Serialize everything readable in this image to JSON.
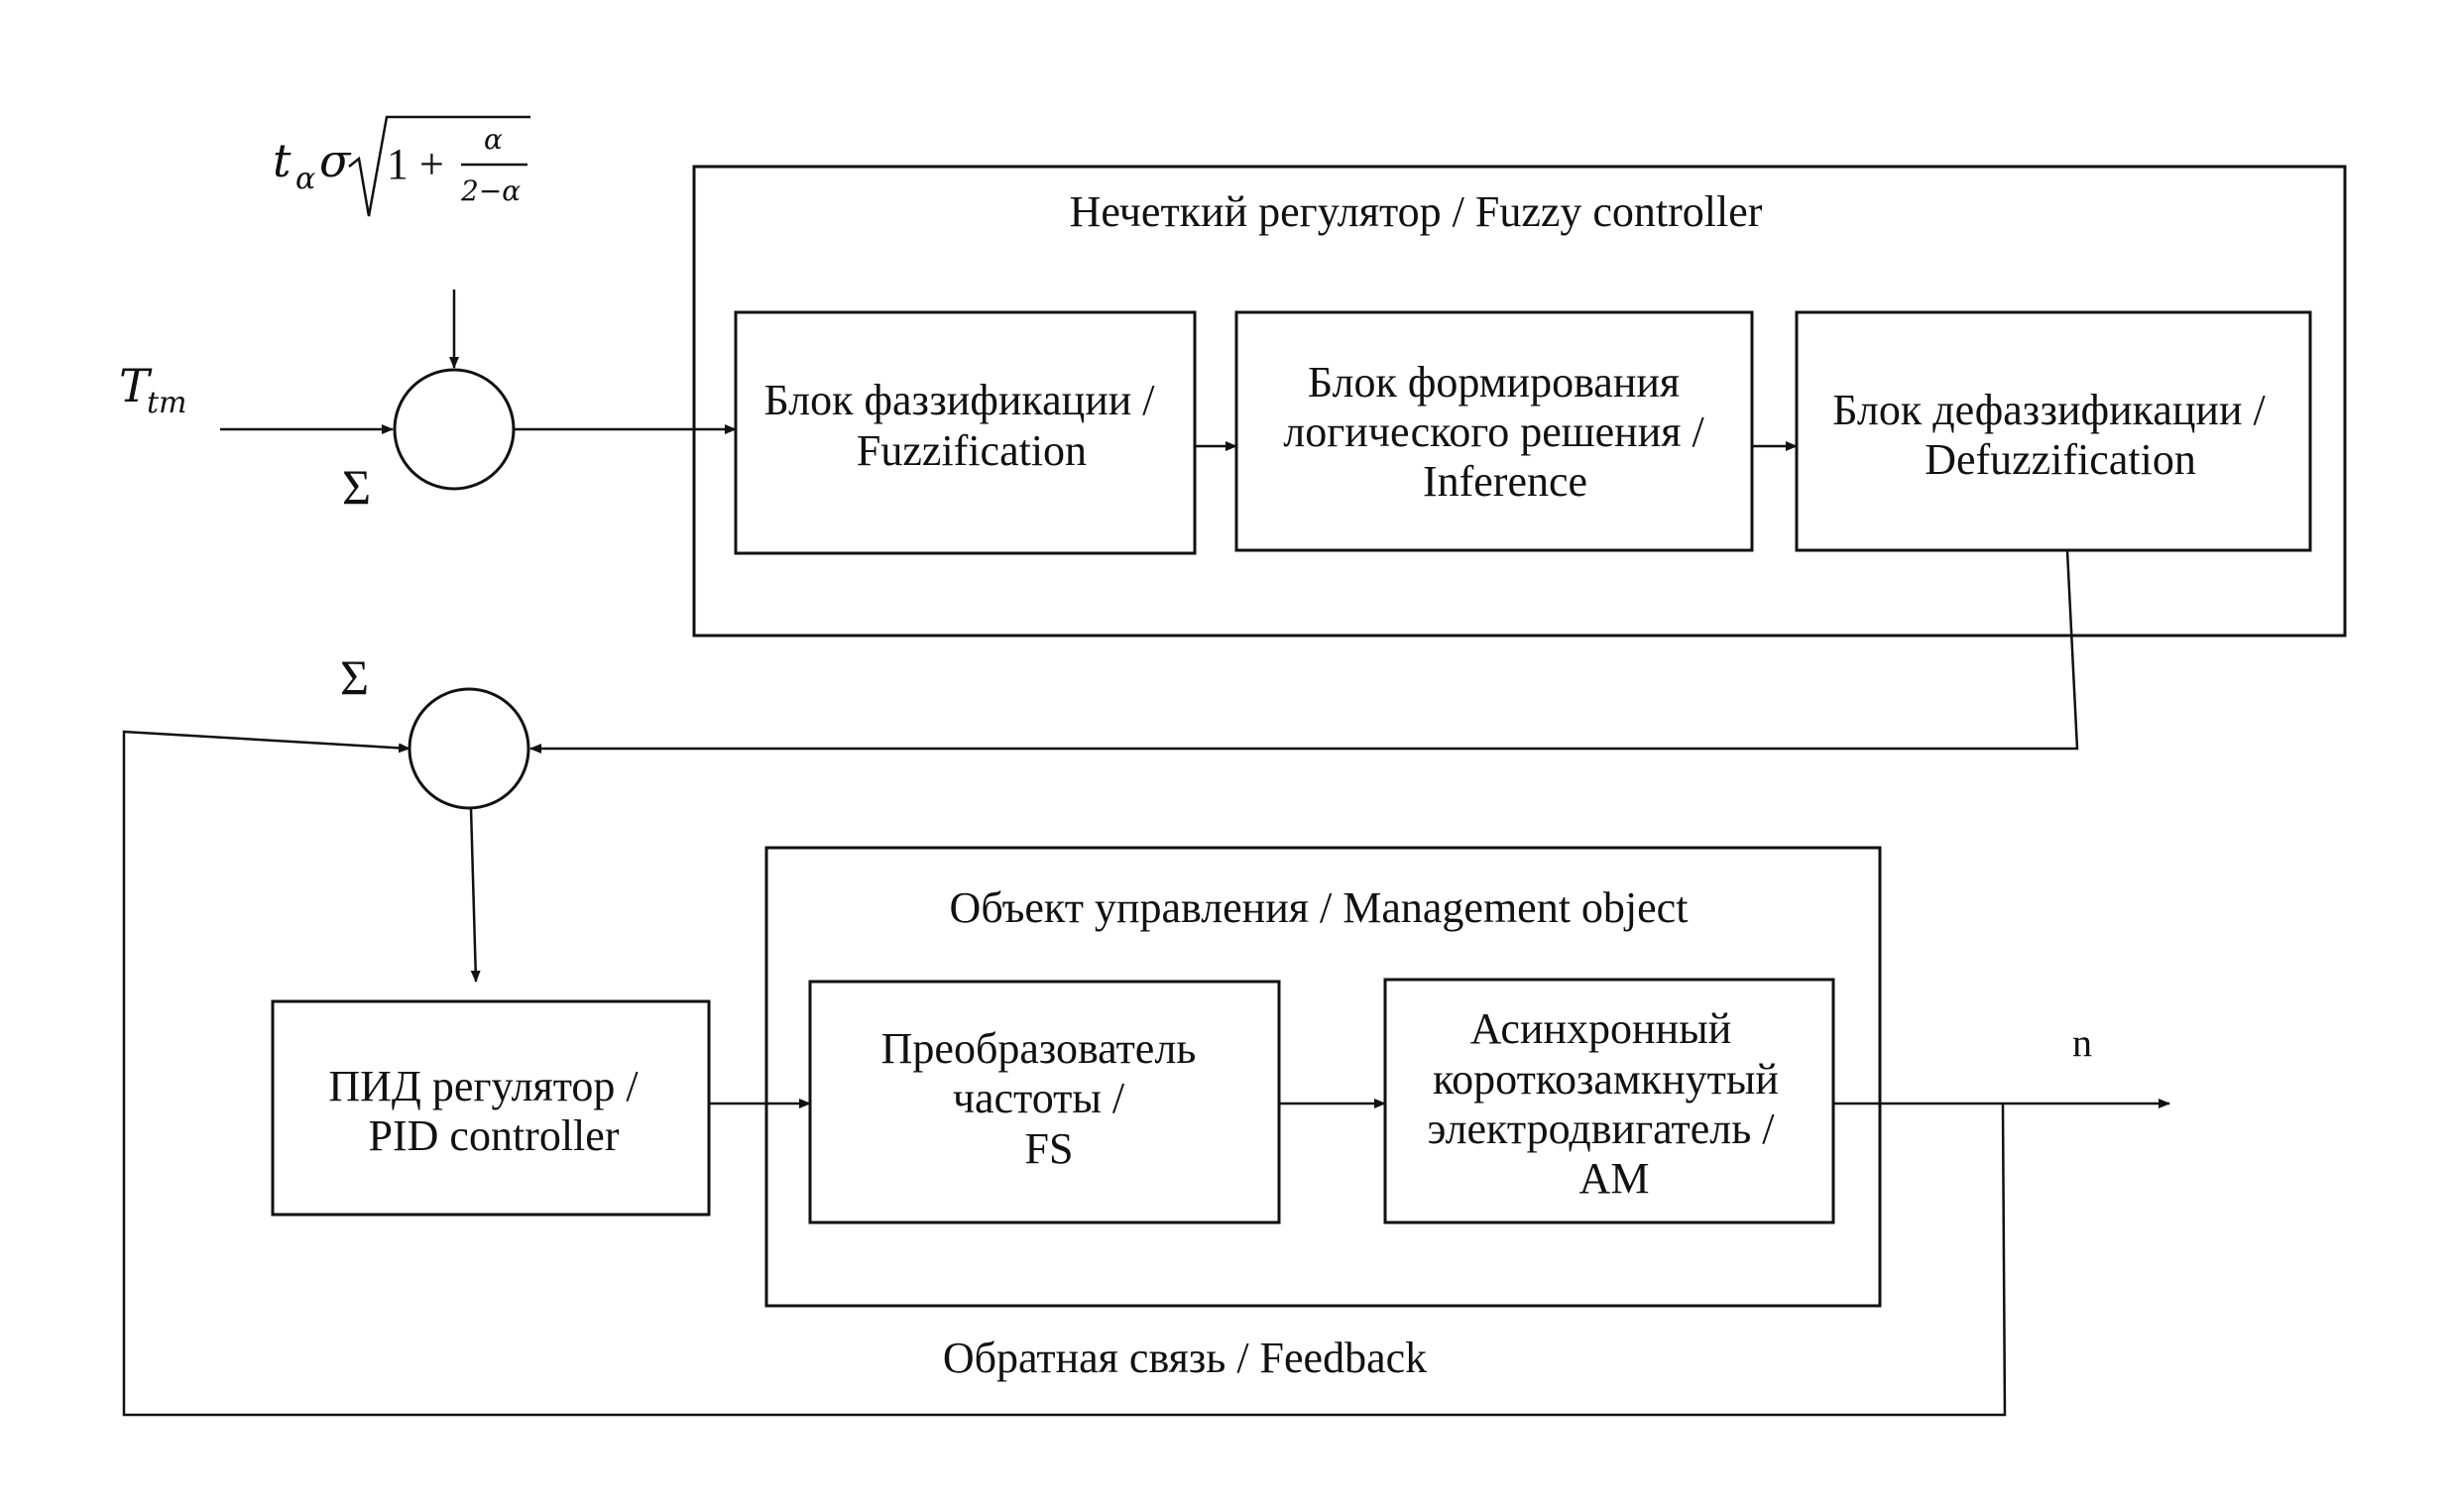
{
  "fuzzy_controller": {
    "title": "Нечеткий регулятор / Fuzzy controller",
    "fuzzification": [
      "Блок фаззификации /",
      "Fuzzification"
    ],
    "inference": [
      "Блок формирования",
      "логического решения /",
      "Inference"
    ],
    "defuzzification": [
      "Блок дефаззификации /",
      "Defuzzification"
    ]
  },
  "management_object": {
    "title": "Объект управления / Management object",
    "fs": [
      "Преобразователь",
      "частоты /",
      "FS"
    ],
    "am": [
      "Асинхронный",
      "короткозамкнутый",
      "электродвигатель /",
      "AM"
    ]
  },
  "pid": [
    "ПИД регулятор /",
    "PID controller"
  ],
  "feedback_label": "Обратная связь / Feedback",
  "output_label": "n",
  "sum_symbol": "Σ",
  "input": {
    "T_base": "T",
    "T_sub": "tm"
  },
  "formula": {
    "t": "t",
    "t_sub": "α",
    "sigma": "σ",
    "one_plus": "1 +",
    "frac_num": "α",
    "frac_den": "2−α"
  }
}
